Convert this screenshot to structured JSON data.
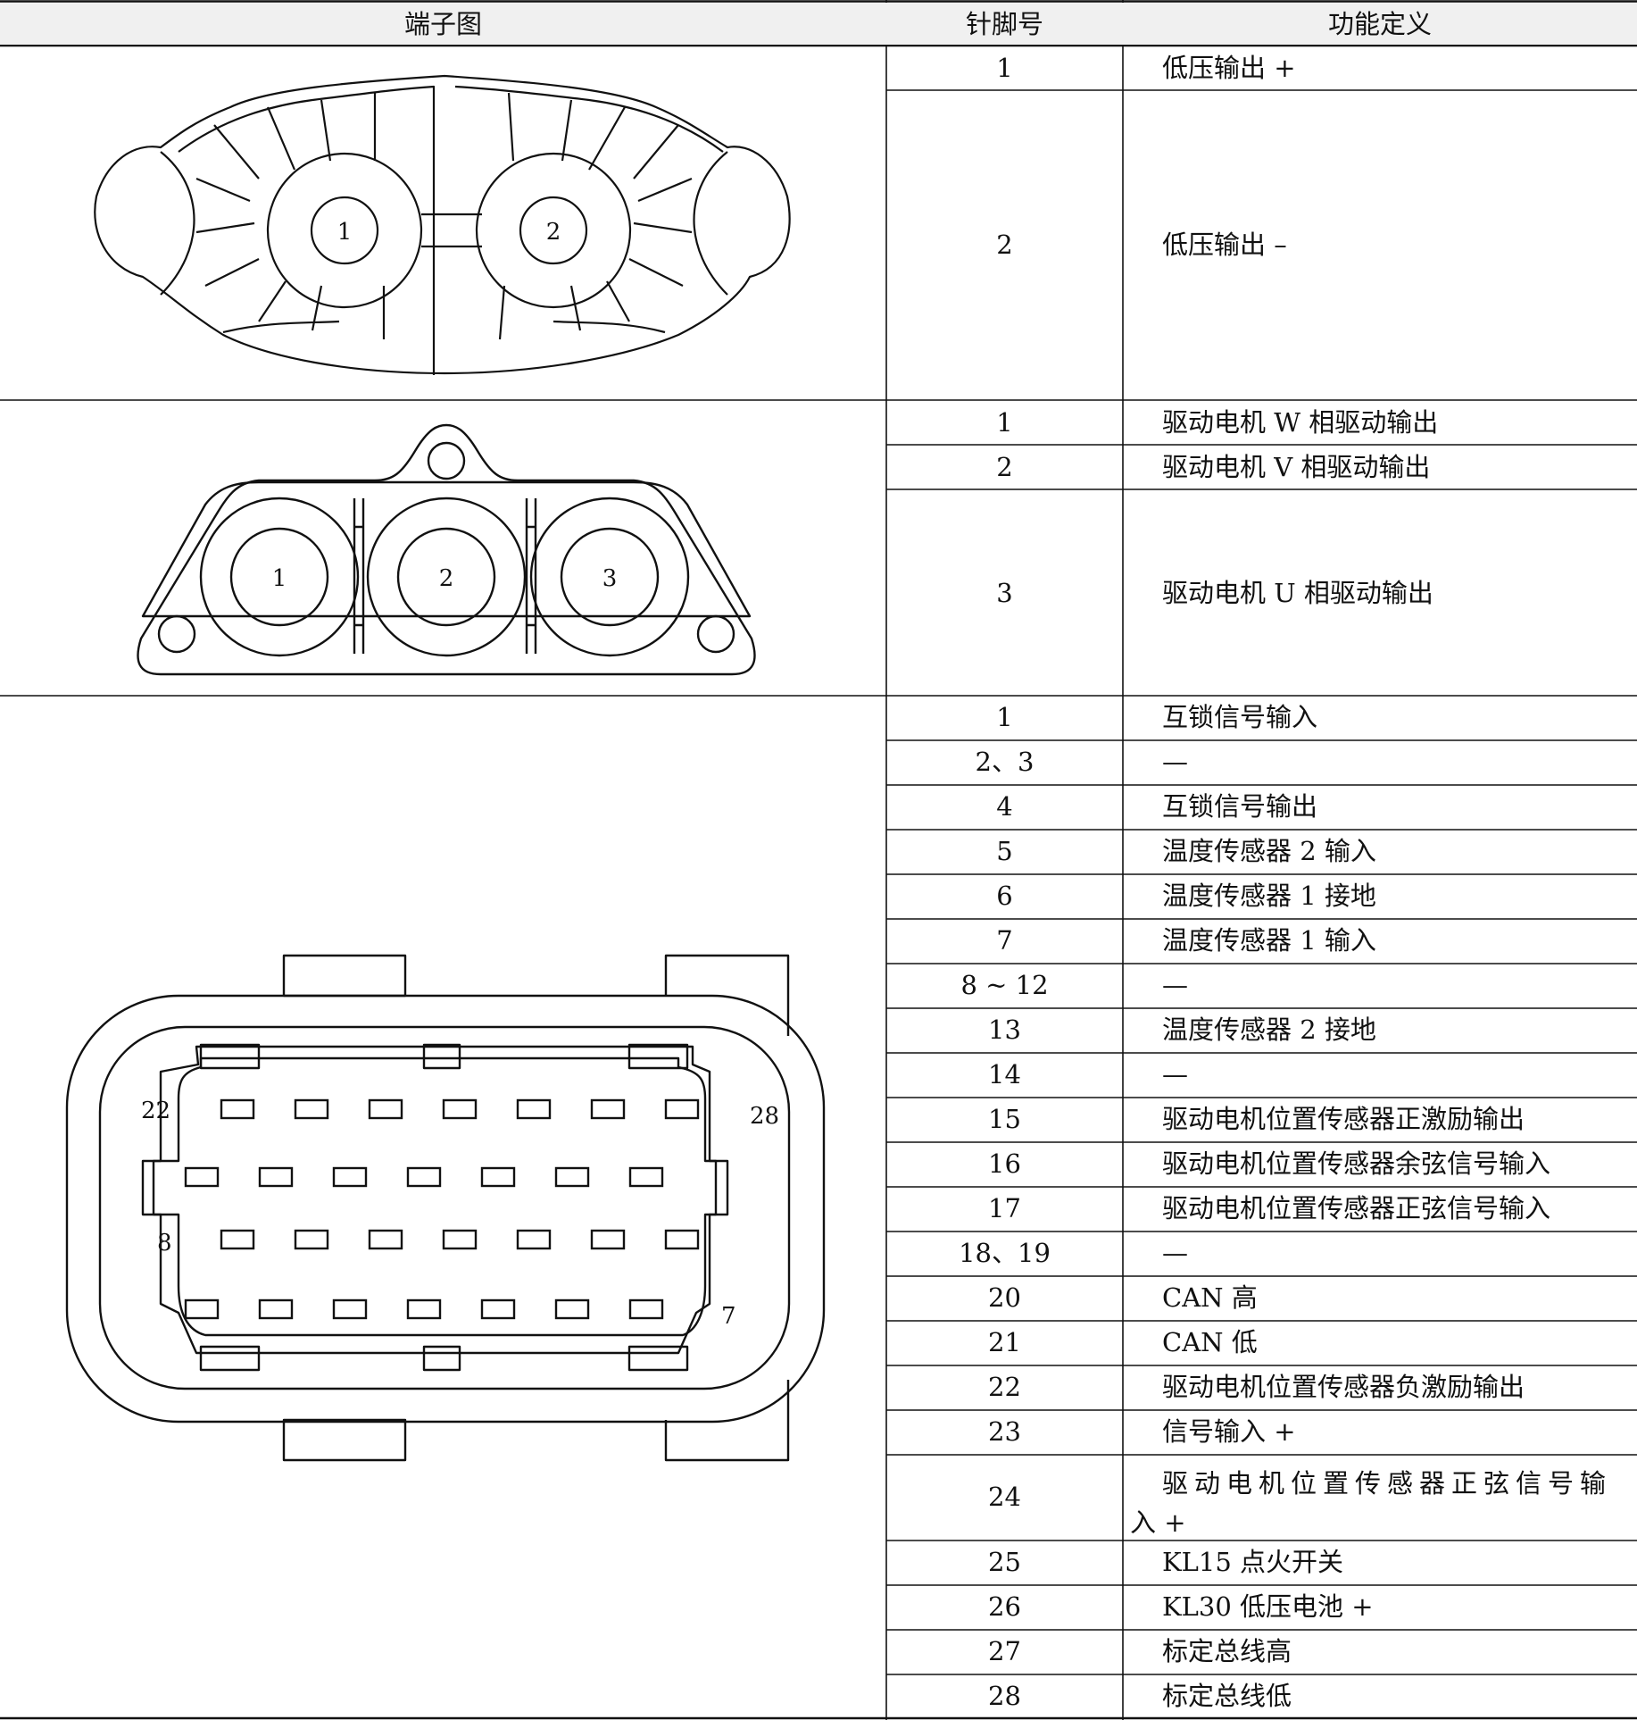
{
  "table": {
    "headers": {
      "diagram": "端子图",
      "pin": "针脚号",
      "function": "功能定义"
    },
    "groups": [
      {
        "connector": {
          "name": "low-voltage-output-connector",
          "pin_labels": [
            "1",
            "2"
          ]
        },
        "rows": [
          {
            "pin": "1",
            "function": "低压输出 +"
          },
          {
            "pin": "2",
            "function": "低压输出 –"
          }
        ]
      },
      {
        "connector": {
          "name": "motor-phase-connector",
          "pin_labels": [
            "1",
            "2",
            "3"
          ]
        },
        "rows": [
          {
            "pin": "1",
            "function": "驱动电机 W 相驱动输出"
          },
          {
            "pin": "2",
            "function": "驱动电机 V 相驱动输出"
          },
          {
            "pin": "3",
            "function": "驱动电机 U 相驱动输出"
          }
        ]
      },
      {
        "connector": {
          "name": "signal-connector-28pin",
          "pin_labels": [
            "22",
            "28",
            "8",
            "7"
          ]
        },
        "rows": [
          {
            "pin": "1",
            "function": "互锁信号输入"
          },
          {
            "pin": "2、3",
            "function": "—"
          },
          {
            "pin": "4",
            "function": "互锁信号输出"
          },
          {
            "pin": "5",
            "function": "温度传感器 2 输入"
          },
          {
            "pin": "6",
            "function": "温度传感器 1 接地"
          },
          {
            "pin": "7",
            "function": "温度传感器 1 输入"
          },
          {
            "pin": "8 ~ 12",
            "function": "—"
          },
          {
            "pin": "13",
            "function": "温度传感器 2 接地"
          },
          {
            "pin": "14",
            "function": "—"
          },
          {
            "pin": "15",
            "function": "驱动电机位置传感器正激励输出"
          },
          {
            "pin": "16",
            "function": "驱动电机位置传感器余弦信号输入"
          },
          {
            "pin": "17",
            "function": "驱动电机位置传感器正弦信号输入"
          },
          {
            "pin": "18、19",
            "function": "—"
          },
          {
            "pin": "20",
            "function": "CAN 高"
          },
          {
            "pin": "21",
            "function": "CAN 低"
          },
          {
            "pin": "22",
            "function": "驱动电机位置传感器负激励输出"
          },
          {
            "pin": "23",
            "function": "信号输入 +"
          },
          {
            "pin": "24",
            "function": "驱动电机位置传感器正弦信号输",
            "function_cont": "入 +"
          },
          {
            "pin": "25",
            "function": "KL15 点火开关"
          },
          {
            "pin": "26",
            "function": "KL30 低压电池 +"
          },
          {
            "pin": "27",
            "function": "标定总线高"
          },
          {
            "pin": "28",
            "function": "标定总线低"
          }
        ]
      }
    ]
  }
}
